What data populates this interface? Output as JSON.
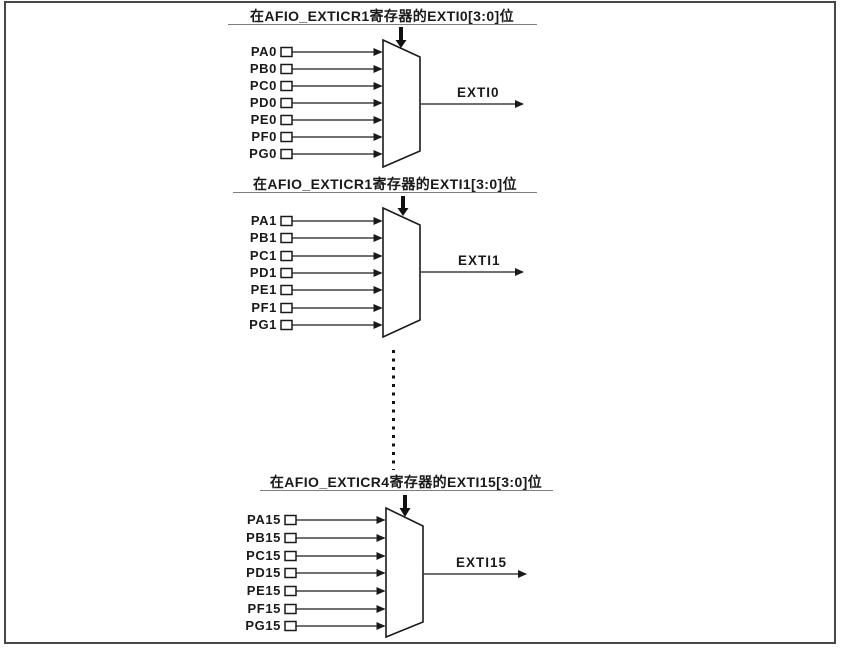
{
  "diagram": {
    "title_meaning": "GPIO to EXTI line multiplexer mapping",
    "colors": {
      "line": "#1a1a1a",
      "background": "#ffffff",
      "border": "#464646"
    },
    "blocks": [
      {
        "register_label": "在AFIO_EXTICR1寄存器的EXTI0[3:0]位",
        "inputs": [
          "PA0",
          "PB0",
          "PC0",
          "PD0",
          "PE0",
          "PF0",
          "PG0"
        ],
        "output": "EXTI0"
      },
      {
        "register_label": "在AFIO_EXTICR1寄存器的EXTI1[3:0]位",
        "inputs": [
          "PA1",
          "PB1",
          "PC1",
          "PD1",
          "PE1",
          "PF1",
          "PG1"
        ],
        "output": "EXTI1"
      },
      {
        "register_label": "在AFIO_EXTICR4寄存器的EXTI15[3:0]位",
        "inputs": [
          "PA15",
          "PB15",
          "PC15",
          "PD15",
          "PE15",
          "PF15",
          "PG15"
        ],
        "output": "EXTI15"
      }
    ]
  }
}
